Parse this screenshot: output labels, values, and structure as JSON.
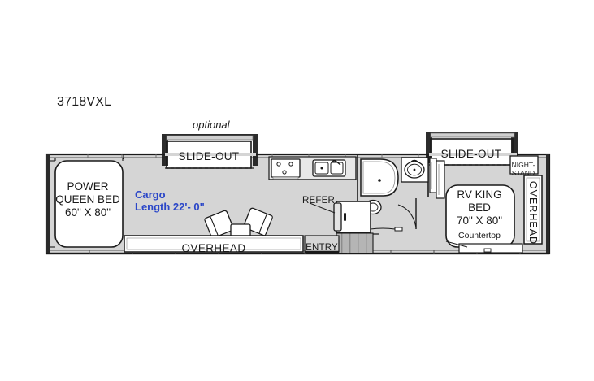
{
  "diagram": {
    "type": "rv-floorplan",
    "model": "3718VXL",
    "colors": {
      "interior_fill": "#d5d5d5",
      "wall_stroke": "#1a1a1a",
      "feature_fill": "#ffffff",
      "cargo_text": "#2a46c8",
      "hallway_fill": "#b8b8b8",
      "background": "#ffffff"
    }
  },
  "labels": {
    "optional": "optional",
    "slideout_left": "SLIDE-OUT",
    "slideout_right": "SLIDE-OUT",
    "overhead_bottom": "OVERHEAD",
    "overhead_right": "OVERHEAD",
    "entry": "ENTRY",
    "refer": "REFER",
    "nightstand_line1": "NIGHT-",
    "nightstand_line2": "STAND"
  },
  "bed_left": {
    "line1": "POWER",
    "line2": "QUEEN BED",
    "line3": "60\" X 80\""
  },
  "bed_right": {
    "line1": "RV KING",
    "line2": "BED",
    "line3": "70\" X 80\"",
    "line4": "Countertop"
  },
  "cargo": {
    "line1": "Cargo",
    "line2": "Length 22'- 0\""
  },
  "features": [
    {
      "name": "power-queen-bed",
      "label": "POWER QUEEN BED 60\" X 80\""
    },
    {
      "name": "cargo-area",
      "label": "Cargo Length 22'- 0\""
    },
    {
      "name": "slide-out-left",
      "label": "SLIDE-OUT"
    },
    {
      "name": "slide-out-right",
      "label": "SLIDE-OUT"
    },
    {
      "name": "overhead-bottom",
      "label": "OVERHEAD"
    },
    {
      "name": "overhead-right",
      "label": "OVERHEAD"
    },
    {
      "name": "entry-door",
      "label": "ENTRY"
    },
    {
      "name": "refrigerator",
      "label": "REFER"
    },
    {
      "name": "nightstand",
      "label": "NIGHT-STAND"
    },
    {
      "name": "rv-king-bed",
      "label": "RV KING BED 70\" X 80\" Countertop"
    },
    {
      "name": "cooktop",
      "label": ""
    },
    {
      "name": "kitchen-sink",
      "label": ""
    },
    {
      "name": "corner-shower",
      "label": ""
    },
    {
      "name": "toilet",
      "label": ""
    },
    {
      "name": "bathroom-sink",
      "label": ""
    },
    {
      "name": "recliner-chairs",
      "label": ""
    }
  ]
}
